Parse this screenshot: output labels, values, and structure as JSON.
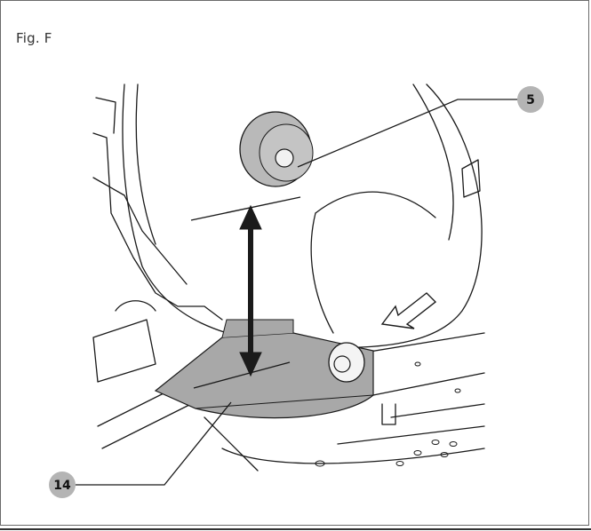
{
  "figure": {
    "title": "Fig. F"
  },
  "callouts": [
    {
      "id": "5",
      "label": "5"
    },
    {
      "id": "14",
      "label": "14"
    }
  ],
  "colors": {
    "line": "#1a1a1a",
    "guard_fill": "#a8a8a8",
    "knob_fill": "#b9b9b9",
    "callout_fill": "#b4b4b4",
    "arrow": "#1a1a1a"
  }
}
